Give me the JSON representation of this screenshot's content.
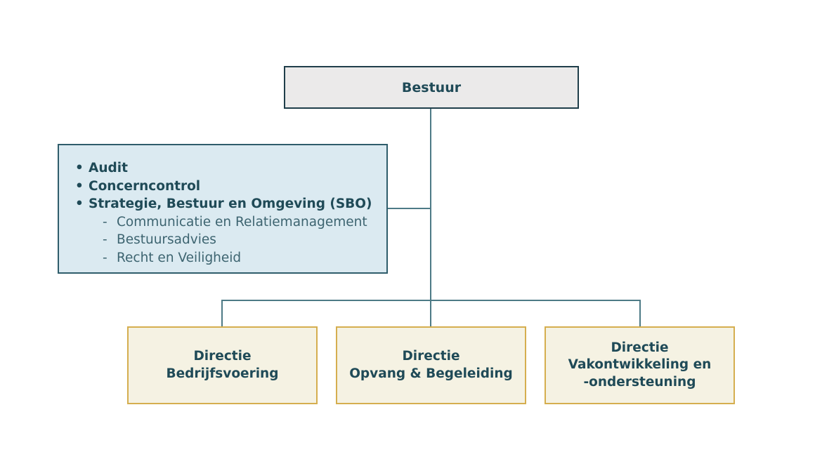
{
  "org_chart": {
    "top": {
      "label": "Bestuur",
      "border_color": "#1f3e4a",
      "fill_color": "#ebeaea"
    },
    "staff": {
      "border_color": "#2f5d6b",
      "fill_color": "#dbeaf1",
      "items": [
        {
          "label": "Audit",
          "children": []
        },
        {
          "label": "Concerncontrol",
          "children": []
        },
        {
          "label": "Strategie, Bestuur en Omgeving (SBO)",
          "children": [
            "Communicatie en Relatiemanagement",
            "Bestuursadvies",
            "Recht en Veiligheid"
          ]
        }
      ]
    },
    "directorates": [
      {
        "lines": [
          "Directie",
          "Bedrijfsvoering"
        ]
      },
      {
        "lines": [
          "Directie",
          "Opvang & Begeleiding"
        ]
      },
      {
        "lines": [
          "Directie",
          "Vakontwikkeling en",
          "-ondersteuning"
        ]
      }
    ],
    "directorate_border_color": "#d5ae4f",
    "directorate_fill_color": "#f5f2e3",
    "connector_color": "#4d7a86"
  }
}
